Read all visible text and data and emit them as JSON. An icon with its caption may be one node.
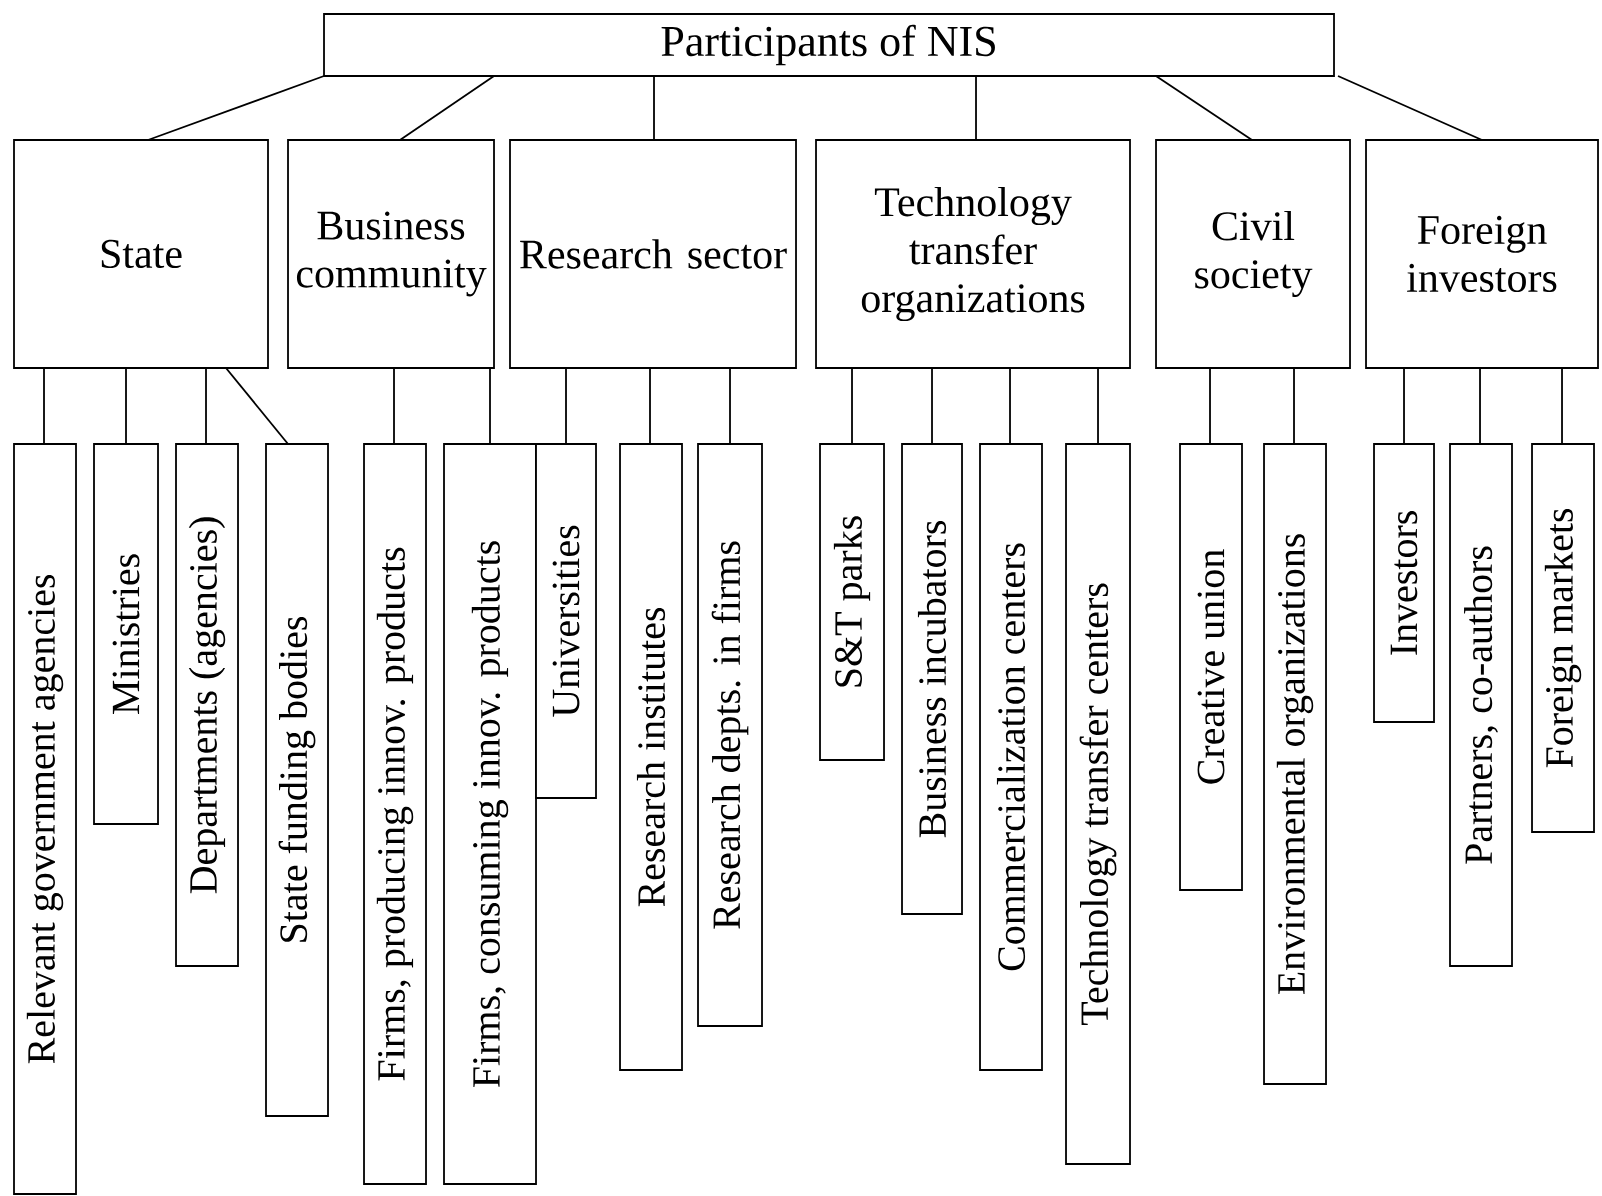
{
  "diagram": {
    "nodes": [
      {
        "text": [
          "Participants of NIS"
        ]
      },
      {
        "text": [
          "State"
        ]
      },
      {
        "text": [
          "Business community"
        ]
      },
      {
        "text": [
          "Research sector"
        ]
      },
      {
        "text": [
          "Technology transfer organizations"
        ]
      },
      {
        "text": [
          "Civil society"
        ]
      },
      {
        "text": [
          "Foreign investors"
        ]
      },
      {
        "text": [
          "Relevant government agencies"
        ]
      },
      {
        "text": [
          "Ministries"
        ]
      },
      {
        "text": [
          "Departments (agencies)"
        ]
      },
      {
        "text": [
          "State funding bodies"
        ]
      },
      {
        "text": [
          "Firms, producing innov. products"
        ]
      },
      {
        "text": [
          "Firms, consuming innov. products"
        ]
      },
      {
        "text": [
          "Universities"
        ]
      },
      {
        "text": [
          "Research institutes"
        ]
      },
      {
        "text": [
          "Research depts. in firms"
        ]
      },
      {
        "text": [
          "S&T parks"
        ]
      },
      {
        "text": [
          "Business incubators"
        ]
      },
      {
        "text": [
          "Commercialization centers"
        ]
      },
      {
        "text": [
          "Technology transfer centers"
        ]
      },
      {
        "text": [
          "Creative union"
        ]
      },
      {
        "text": [
          "Environmental organizations"
        ]
      },
      {
        "text": [
          "Investors"
        ]
      },
      {
        "text": [
          "Partners, co-authors"
        ]
      },
      {
        "text": [
          "Foreign markets"
        ]
      }
    ],
    "edges": [
      {
        "from": 0,
        "to": 1,
        "arrow": "none"
      },
      {
        "from": 0,
        "to": 2,
        "arrow": "none"
      },
      {
        "from": 0,
        "to": 3,
        "arrow": "none"
      },
      {
        "from": 0,
        "to": 4,
        "arrow": "none"
      },
      {
        "from": 0,
        "to": 5,
        "arrow": "none"
      },
      {
        "from": 0,
        "to": 6,
        "arrow": "none"
      },
      {
        "from": 1,
        "to": 7,
        "arrow": "none"
      },
      {
        "from": 1,
        "to": 8,
        "arrow": "none"
      },
      {
        "from": 1,
        "to": 9,
        "arrow": "none"
      },
      {
        "from": 1,
        "to": 10,
        "arrow": "none"
      },
      {
        "from": 2,
        "to": 11,
        "arrow": "none"
      },
      {
        "from": 2,
        "to": 12,
        "arrow": "none"
      },
      {
        "from": 3,
        "to": 13,
        "arrow": "none"
      },
      {
        "from": 3,
        "to": 14,
        "arrow": "none"
      },
      {
        "from": 3,
        "to": 15,
        "arrow": "none"
      },
      {
        "from": 4,
        "to": 16,
        "arrow": "none"
      },
      {
        "from": 4,
        "to": 17,
        "arrow": "none"
      },
      {
        "from": 4,
        "to": 18,
        "arrow": "none"
      },
      {
        "from": 4,
        "to": 19,
        "arrow": "none"
      },
      {
        "from": 5,
        "to": 20,
        "arrow": "none"
      },
      {
        "from": 5,
        "to": 21,
        "arrow": "none"
      },
      {
        "from": 6,
        "to": 22,
        "arrow": "none"
      },
      {
        "from": 6,
        "to": 23,
        "arrow": "none"
      },
      {
        "from": 6,
        "to": 24,
        "arrow": "none"
      }
    ]
  }
}
